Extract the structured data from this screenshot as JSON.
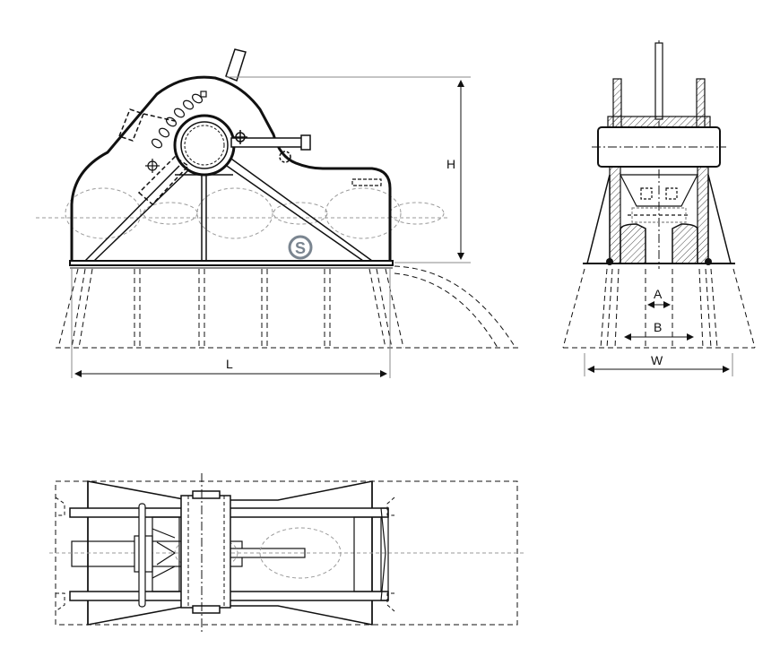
{
  "labels": {
    "height": "H",
    "length": "L",
    "width": "W",
    "dim_a": "A",
    "dim_b": "B"
  },
  "logo": {
    "text": "S"
  },
  "colors": {
    "line": "#111111",
    "hidden": "#666666",
    "chain": "#999999",
    "logo": "#7a8590"
  }
}
